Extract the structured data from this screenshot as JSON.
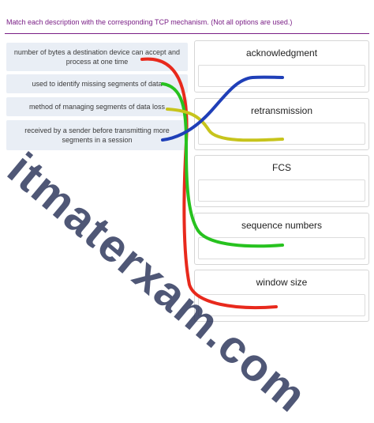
{
  "instruction": "Match each description with the corresponding TCP mechanism. (Not all options are used.)",
  "descriptions": [
    {
      "text": "number of bytes a destination device can accept and process at one time"
    },
    {
      "text": "used to identify missing segments of data"
    },
    {
      "text": "method of managing segments of data loss"
    },
    {
      "text": "received by a sender before transmitting more segments in a session"
    }
  ],
  "targets": [
    {
      "label": "acknowledgment"
    },
    {
      "label": "retransmission"
    },
    {
      "label": "FCS"
    },
    {
      "label": "sequence numbers"
    },
    {
      "label": "window size"
    }
  ],
  "watermark": "itmaterxam.com",
  "colors": {
    "instruction": "#7a1f86",
    "red_line": "#e8291c",
    "green_line": "#27c21f",
    "yellow_line": "#c7c41c",
    "blue_line": "#1f3fb8"
  }
}
